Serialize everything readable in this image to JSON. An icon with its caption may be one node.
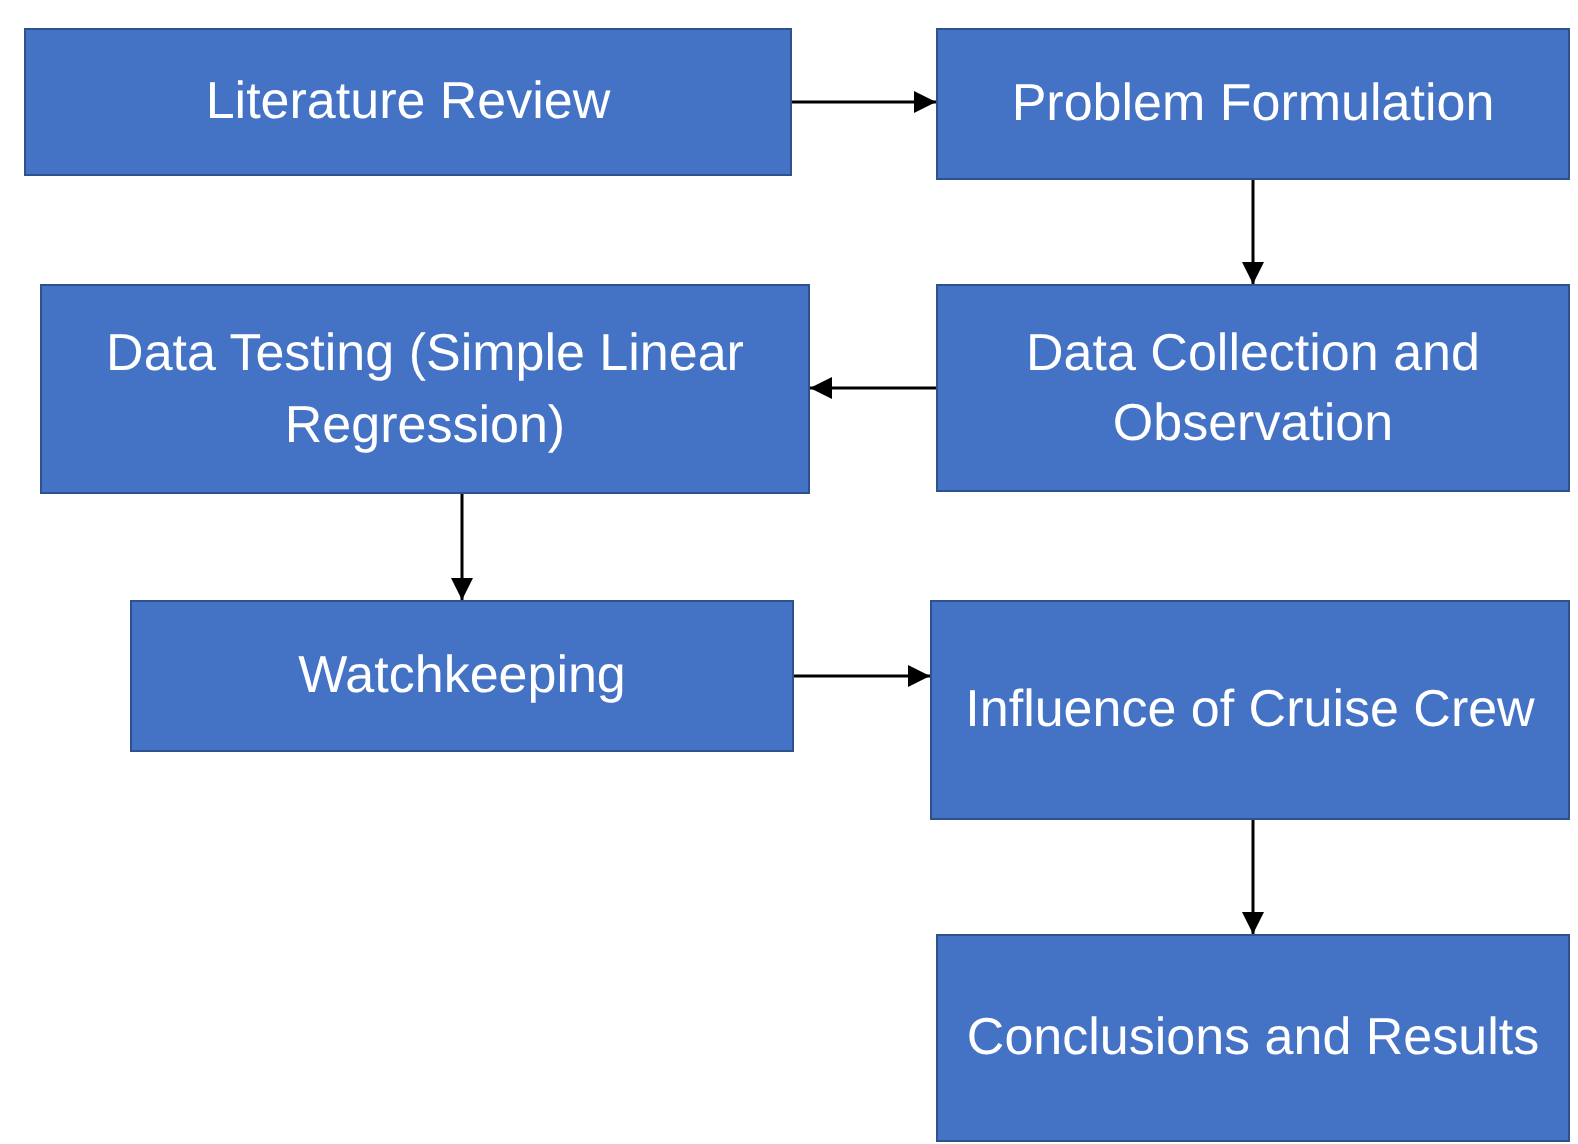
{
  "diagram": {
    "nodes": [
      {
        "text": [
          "Literature Review"
        ]
      },
      {
        "text": [
          "Problem Formulation"
        ]
      },
      {
        "text": [
          "Data Collection and Observation"
        ]
      },
      {
        "text": [
          "Data Testing (Simple Linear Regression)"
        ]
      },
      {
        "text": [
          "Watchkeeping"
        ]
      },
      {
        "text": [
          "Influence of Cruise Crew"
        ]
      },
      {
        "text": [
          "Conclusions and Results"
        ]
      }
    ],
    "edges": [
      {
        "from": 0,
        "to": 1,
        "arrow": "to"
      },
      {
        "from": 1,
        "to": 2,
        "arrow": "to"
      },
      {
        "from": 2,
        "to": 3,
        "arrow": "to"
      },
      {
        "from": 3,
        "to": 4,
        "arrow": "to"
      },
      {
        "from": 4,
        "to": 5,
        "arrow": "to"
      },
      {
        "from": 5,
        "to": 6,
        "arrow": "to"
      }
    ]
  }
}
